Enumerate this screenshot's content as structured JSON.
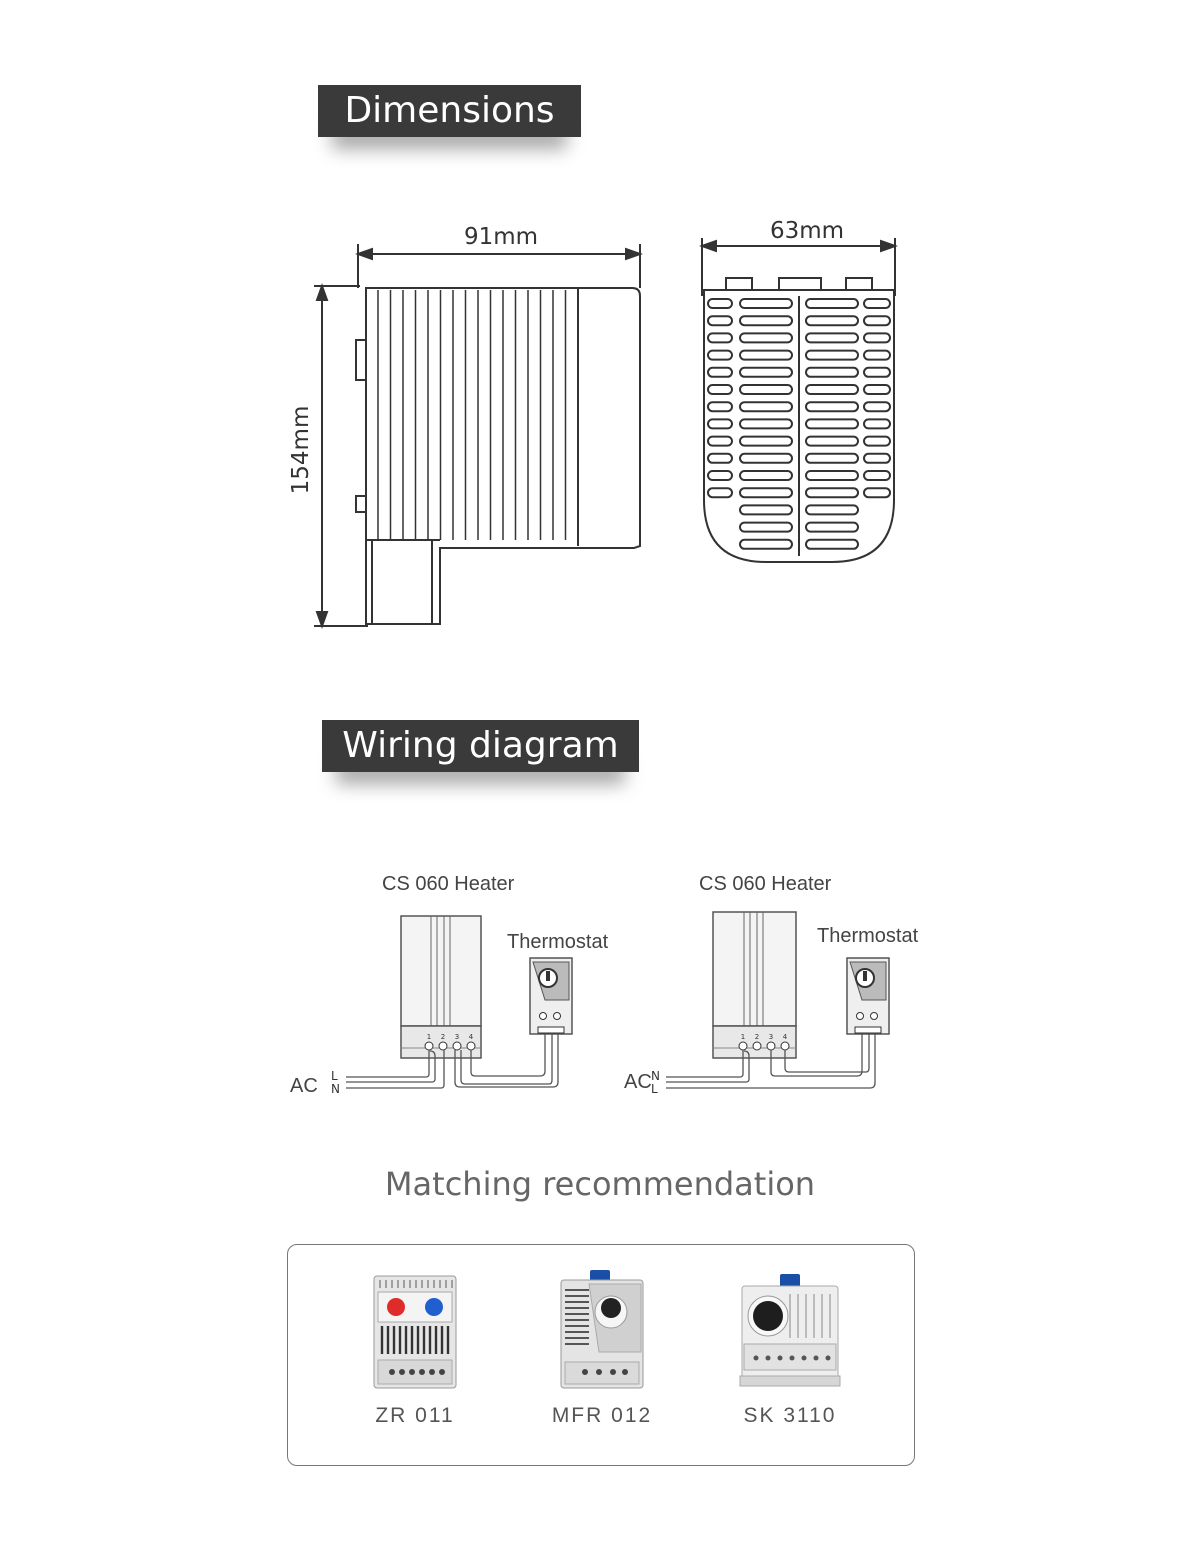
{
  "sections": {
    "dimensions_title": "Dimensions",
    "wiring_title": "Wiring diagram",
    "matching_title": "Matching recommendation"
  },
  "dimensions": {
    "width_label": "91mm",
    "depth_label": "63mm",
    "height_label": "154mm"
  },
  "wiring": {
    "left": {
      "heater_label": "CS 060 Heater",
      "thermostat_label": "Thermostat",
      "ac_label": "AC",
      "line_top": "L",
      "line_bottom": "N",
      "terminals": [
        "1",
        "2",
        "3",
        "4"
      ]
    },
    "right": {
      "heater_label": "CS 060 Heater",
      "thermostat_label": "Thermostat",
      "ac_label": "AC",
      "line_top": "N",
      "line_bottom": "L",
      "terminals": [
        "1",
        "2",
        "3",
        "4"
      ]
    }
  },
  "recommendations": [
    {
      "name": "ZR 011",
      "icon": "dual-thermostat-icon",
      "accent_colors": [
        "#e02b2b",
        "#1f5fd0"
      ]
    },
    {
      "name": "MFR 012",
      "icon": "hygrostat-icon",
      "accent_colors": [
        "#1a4fa8"
      ]
    },
    {
      "name": "SK 3110",
      "icon": "electronic-thermostat-icon",
      "accent_colors": [
        "#1a4fa8"
      ]
    }
  ]
}
